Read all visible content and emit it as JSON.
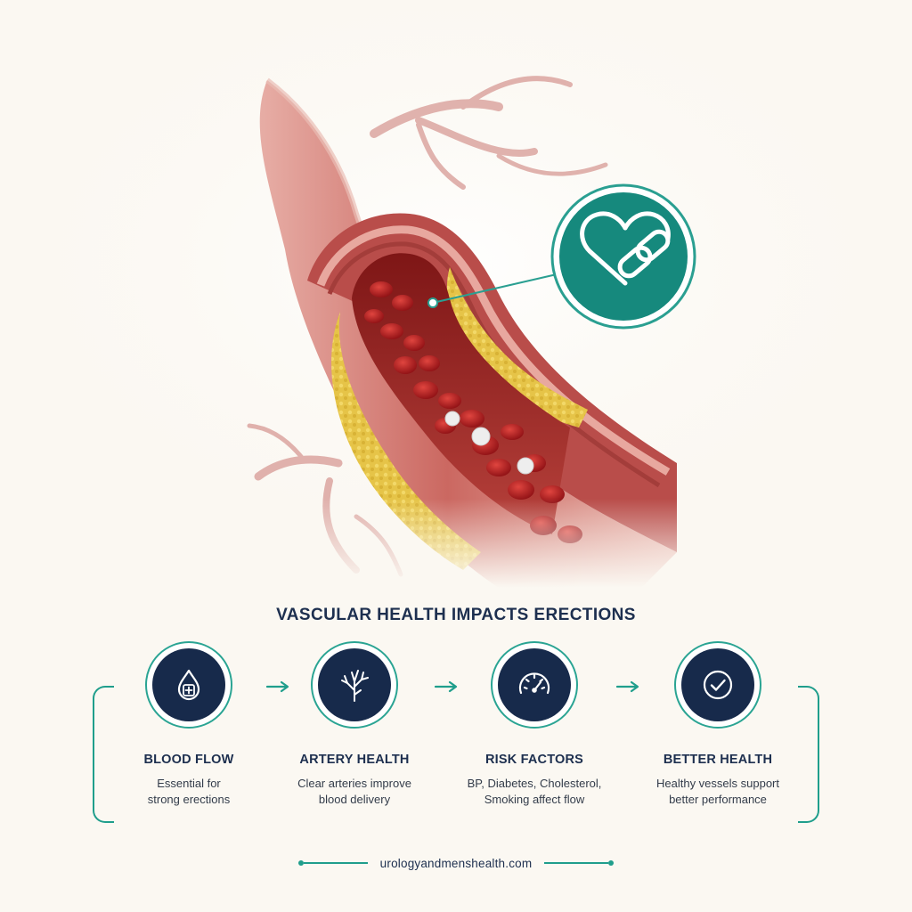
{
  "heading": "VASCULAR HEALTH IMPACTS ERECTIONS",
  "steps": [
    {
      "title": "BLOOD FLOW",
      "desc_line1": "Essential for",
      "desc_line2": "strong erections",
      "icon": "blood-drop-icon"
    },
    {
      "title": "ARTERY HEALTH",
      "desc_line1": "Clear arteries improve",
      "desc_line2": "blood delivery",
      "icon": "artery-tree-icon"
    },
    {
      "title": "RISK FACTORS",
      "desc_line1": "BP, Diabetes, Cholesterol,",
      "desc_line2": "Smoking affect flow",
      "icon": "gauge-icon"
    },
    {
      "title": "BETTER HEALTH",
      "desc_line1": "Healthy vessels support",
      "desc_line2": "better performance",
      "icon": "check-circle-icon"
    }
  ],
  "footer": {
    "url": "urologyandmenshealth.com"
  },
  "callout_icon": "heart-link-icon",
  "colors": {
    "background": "#fbf8f2",
    "navy": "#172a4b",
    "teal": "#1f9e8c",
    "callout_teal": "#16897d",
    "vessel": "#c75a55",
    "plaque": "#e8c84a",
    "blood_cell": "#b81d22"
  }
}
